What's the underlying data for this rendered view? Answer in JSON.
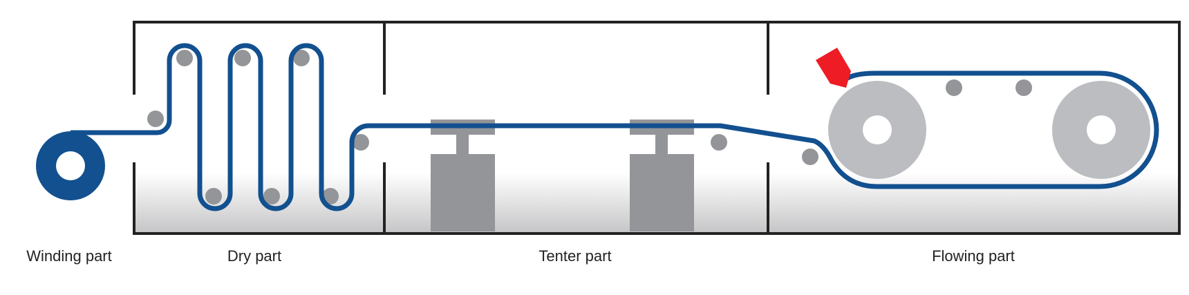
{
  "labels": {
    "winding": "Winding part",
    "dry": "Dry part",
    "tenter": "Tenter part",
    "flowing": "Flowing part"
  },
  "colors": {
    "belt": "#12508f",
    "frame": "#222222",
    "roller": "#939598",
    "drum": "#bcbdc0",
    "nozzle": "#ee1c25",
    "floor_fade": "#c6c6c8",
    "background": "#ffffff"
  },
  "icons": {
    "winding_roll": "winding-roll-icon",
    "tenter_clip": "tenter-clip-icon",
    "flowing_drum": "flowing-drum-icon",
    "nozzle": "spray-nozzle-icon",
    "guide_roller": "guide-roller-icon"
  }
}
